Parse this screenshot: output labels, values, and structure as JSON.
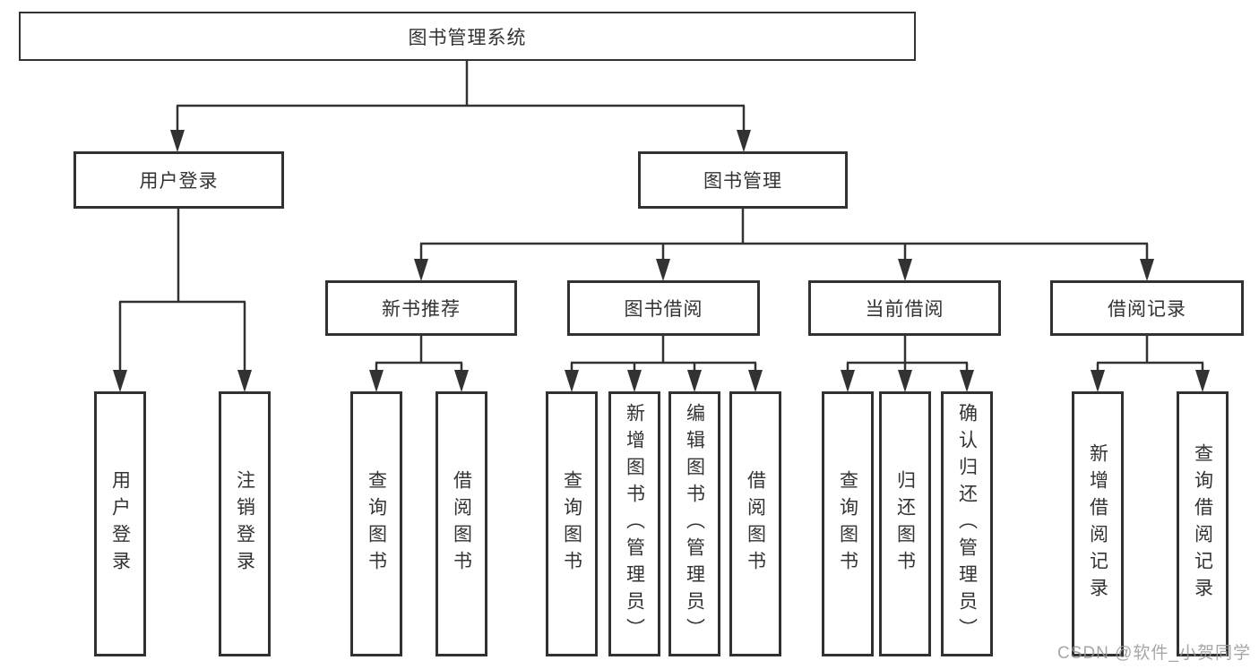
{
  "tree": {
    "root": {
      "label": "图书管理系统"
    },
    "branches": [
      {
        "label": "用户登录",
        "children": [
          {
            "label": "用户登录"
          },
          {
            "label": "注销登录"
          }
        ]
      },
      {
        "label": "图书管理",
        "children": [
          {
            "label": "新书推荐",
            "children": [
              {
                "label": "查询图书"
              },
              {
                "label": "借阅图书"
              }
            ]
          },
          {
            "label": "图书借阅",
            "children": [
              {
                "label": "查询图书"
              },
              {
                "label": "新增图书（管理员）"
              },
              {
                "label": "编辑图书（管理员）"
              },
              {
                "label": "借阅图书"
              }
            ]
          },
          {
            "label": "当前借阅",
            "children": [
              {
                "label": "查询图书"
              },
              {
                "label": "归还图书"
              },
              {
                "label": "确认归还（管理员）"
              }
            ]
          },
          {
            "label": "借阅记录",
            "children": [
              {
                "label": "新增借阅记录"
              },
              {
                "label": "查询借阅记录"
              }
            ]
          }
        ]
      }
    ]
  },
  "watermark": {
    "text": "CSDN @软件_小贺同学"
  },
  "colors": {
    "line": "#323232",
    "text": "#333333",
    "background": "#ffffff",
    "watermark": "#969696"
  }
}
